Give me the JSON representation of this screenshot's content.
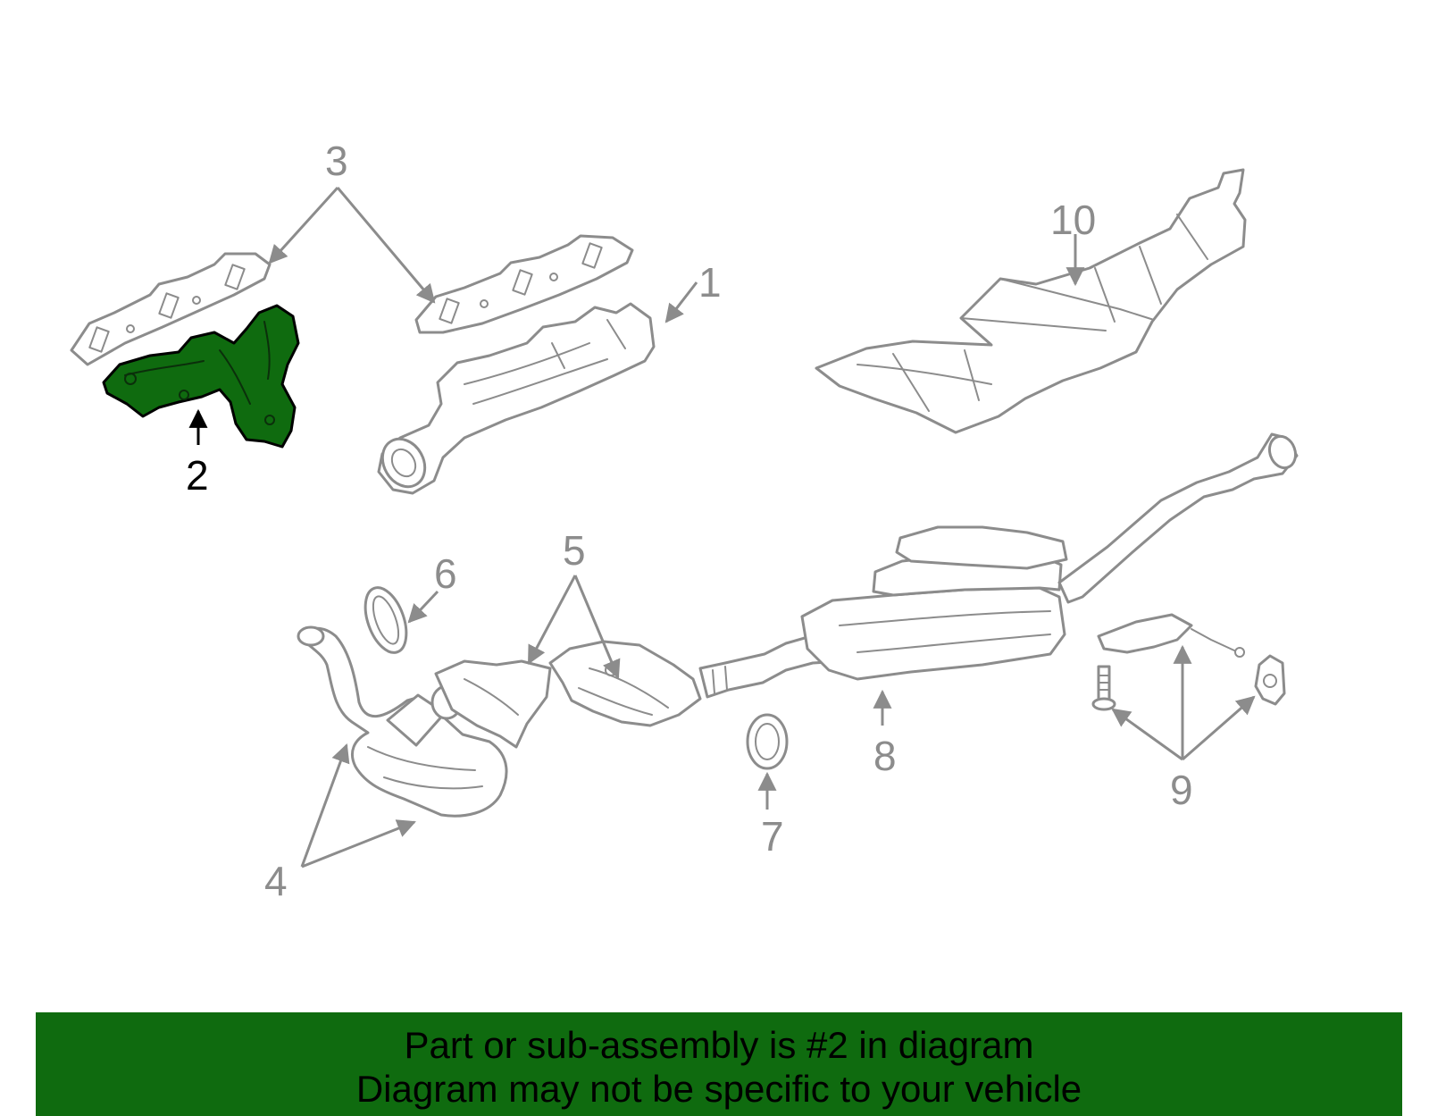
{
  "colors": {
    "highlight": "#0f6b0f",
    "line_gray": "#8c8c8c",
    "highlight_label": "#000000"
  },
  "diagram": {
    "highlighted_callout": "2",
    "callouts": [
      {
        "id": "1",
        "label": "1",
        "highlighted": false
      },
      {
        "id": "2",
        "label": "2",
        "highlighted": true
      },
      {
        "id": "3",
        "label": "3",
        "highlighted": false
      },
      {
        "id": "4",
        "label": "4",
        "highlighted": false
      },
      {
        "id": "5",
        "label": "5",
        "highlighted": false
      },
      {
        "id": "6",
        "label": "6",
        "highlighted": false
      },
      {
        "id": "7",
        "label": "7",
        "highlighted": false
      },
      {
        "id": "8",
        "label": "8",
        "highlighted": false
      },
      {
        "id": "9",
        "label": "9",
        "highlighted": false
      },
      {
        "id": "10",
        "label": "10",
        "highlighted": false
      }
    ]
  },
  "banner": {
    "line1": "Part or sub-assembly is #2 in diagram",
    "line2": "Diagram may not be specific to your vehicle"
  }
}
